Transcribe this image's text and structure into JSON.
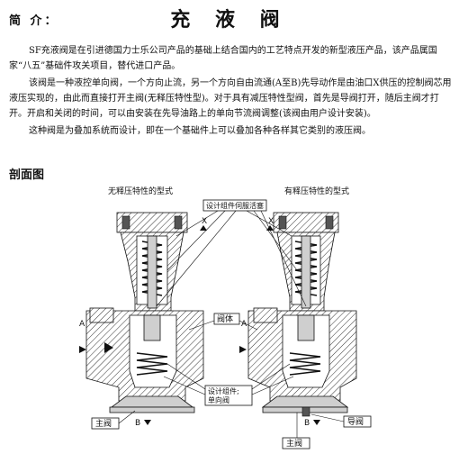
{
  "heading": "简 介：",
  "title": "充 液 阀",
  "paragraphs": [
    "SF充液阀是在引进德国力士乐公司产品的基础上结合国内的工艺特点开发的新型液压产品，该产品属国家“八五”基础件攻关项目，替代进口产品。",
    "该阀是一种液控单向阀，一个方向止流，另一个方向自由流通(A至B)先导动作是由油口X供压的控制阀芯用液压实现的，由此而直接打开主阀(无释压特性型)。对于具有减压特性型阀，首先是导阀打开，随后主阀才打开。开启和关闭的时间，可以由安装在先导油路上的单向节流阀调整(该阀由用户设计安装)。",
    "这种阀是为叠加系统而设计，即在一个基础件上可以叠加各种各样其它类别的液压阀。"
  ],
  "section_title": "剖面图",
  "diagram": {
    "left_title": "无释压特性的型式",
    "right_title": "有释压特性的型式",
    "label_pilot": "设计组件伺服活塞",
    "label_body": "阀体",
    "label_design_1": "设计组件;",
    "label_design_2": "单向阀",
    "label_main_left": "主阀",
    "label_main_right": "主阀",
    "label_pilot_valve": "导阀",
    "port_a": "A",
    "port_b": "B",
    "port_x": "X"
  }
}
